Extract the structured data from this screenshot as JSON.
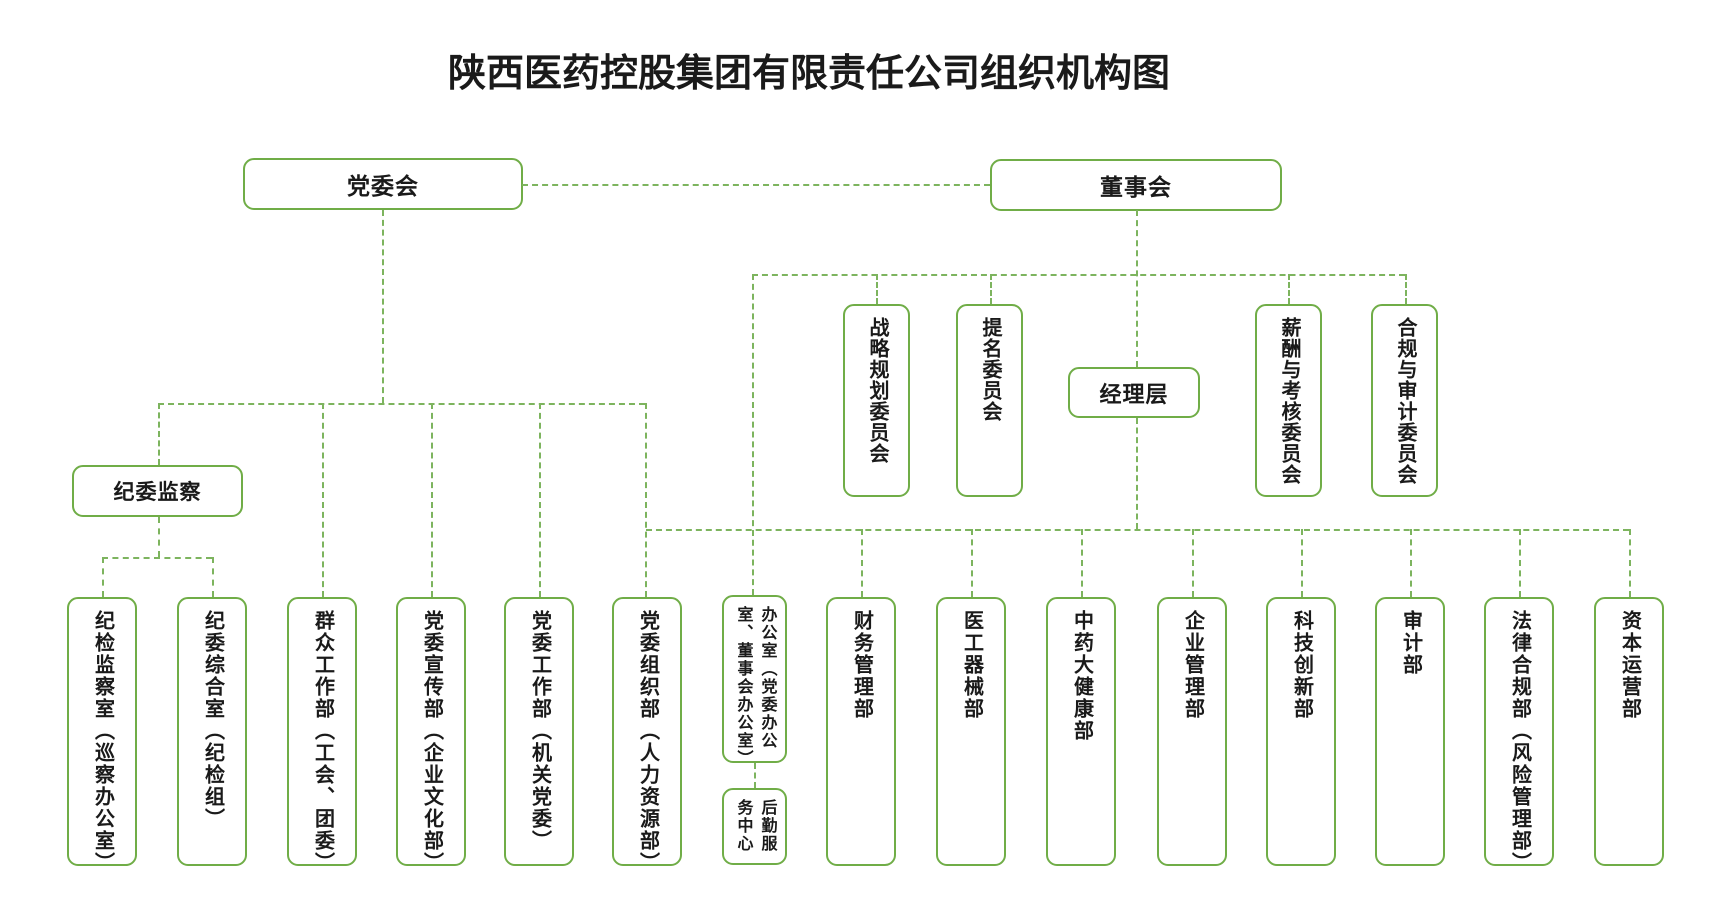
{
  "title": "陕西医药控股集团有限责任公司组织机构图",
  "party": {
    "label": "党委会"
  },
  "board": {
    "label": "董事会"
  },
  "discipline": {
    "label": "纪委监察",
    "children": [
      "纪检监察室（巡察办公室）",
      "纪委综合室（纪检组）"
    ]
  },
  "party_departments": [
    "群众工作部（工会、团委）",
    "党委宣传部（企业文化部）",
    "党委工作部（机关党委）",
    "党委组织部（人力资源部）"
  ],
  "committees": [
    "战略规划委员会",
    "提名委员会",
    "薪酬与考核委员会",
    "合规与审计委员会"
  ],
  "management": {
    "label": "经理层"
  },
  "office": {
    "label": "办公室（党委办公室、董事会办公室）",
    "child": "后勤服务中心"
  },
  "board_departments": [
    "财务管理部",
    "医工器械部",
    "中药大健康部",
    "企业管理部",
    "科技创新部",
    "审计部",
    "法律合规部（风险管理部）",
    "资本运营部"
  ],
  "colors": {
    "box_border": "#70AD47",
    "connector": "#7DB45E",
    "text": "#1a1a1a",
    "background": "#ffffff"
  }
}
